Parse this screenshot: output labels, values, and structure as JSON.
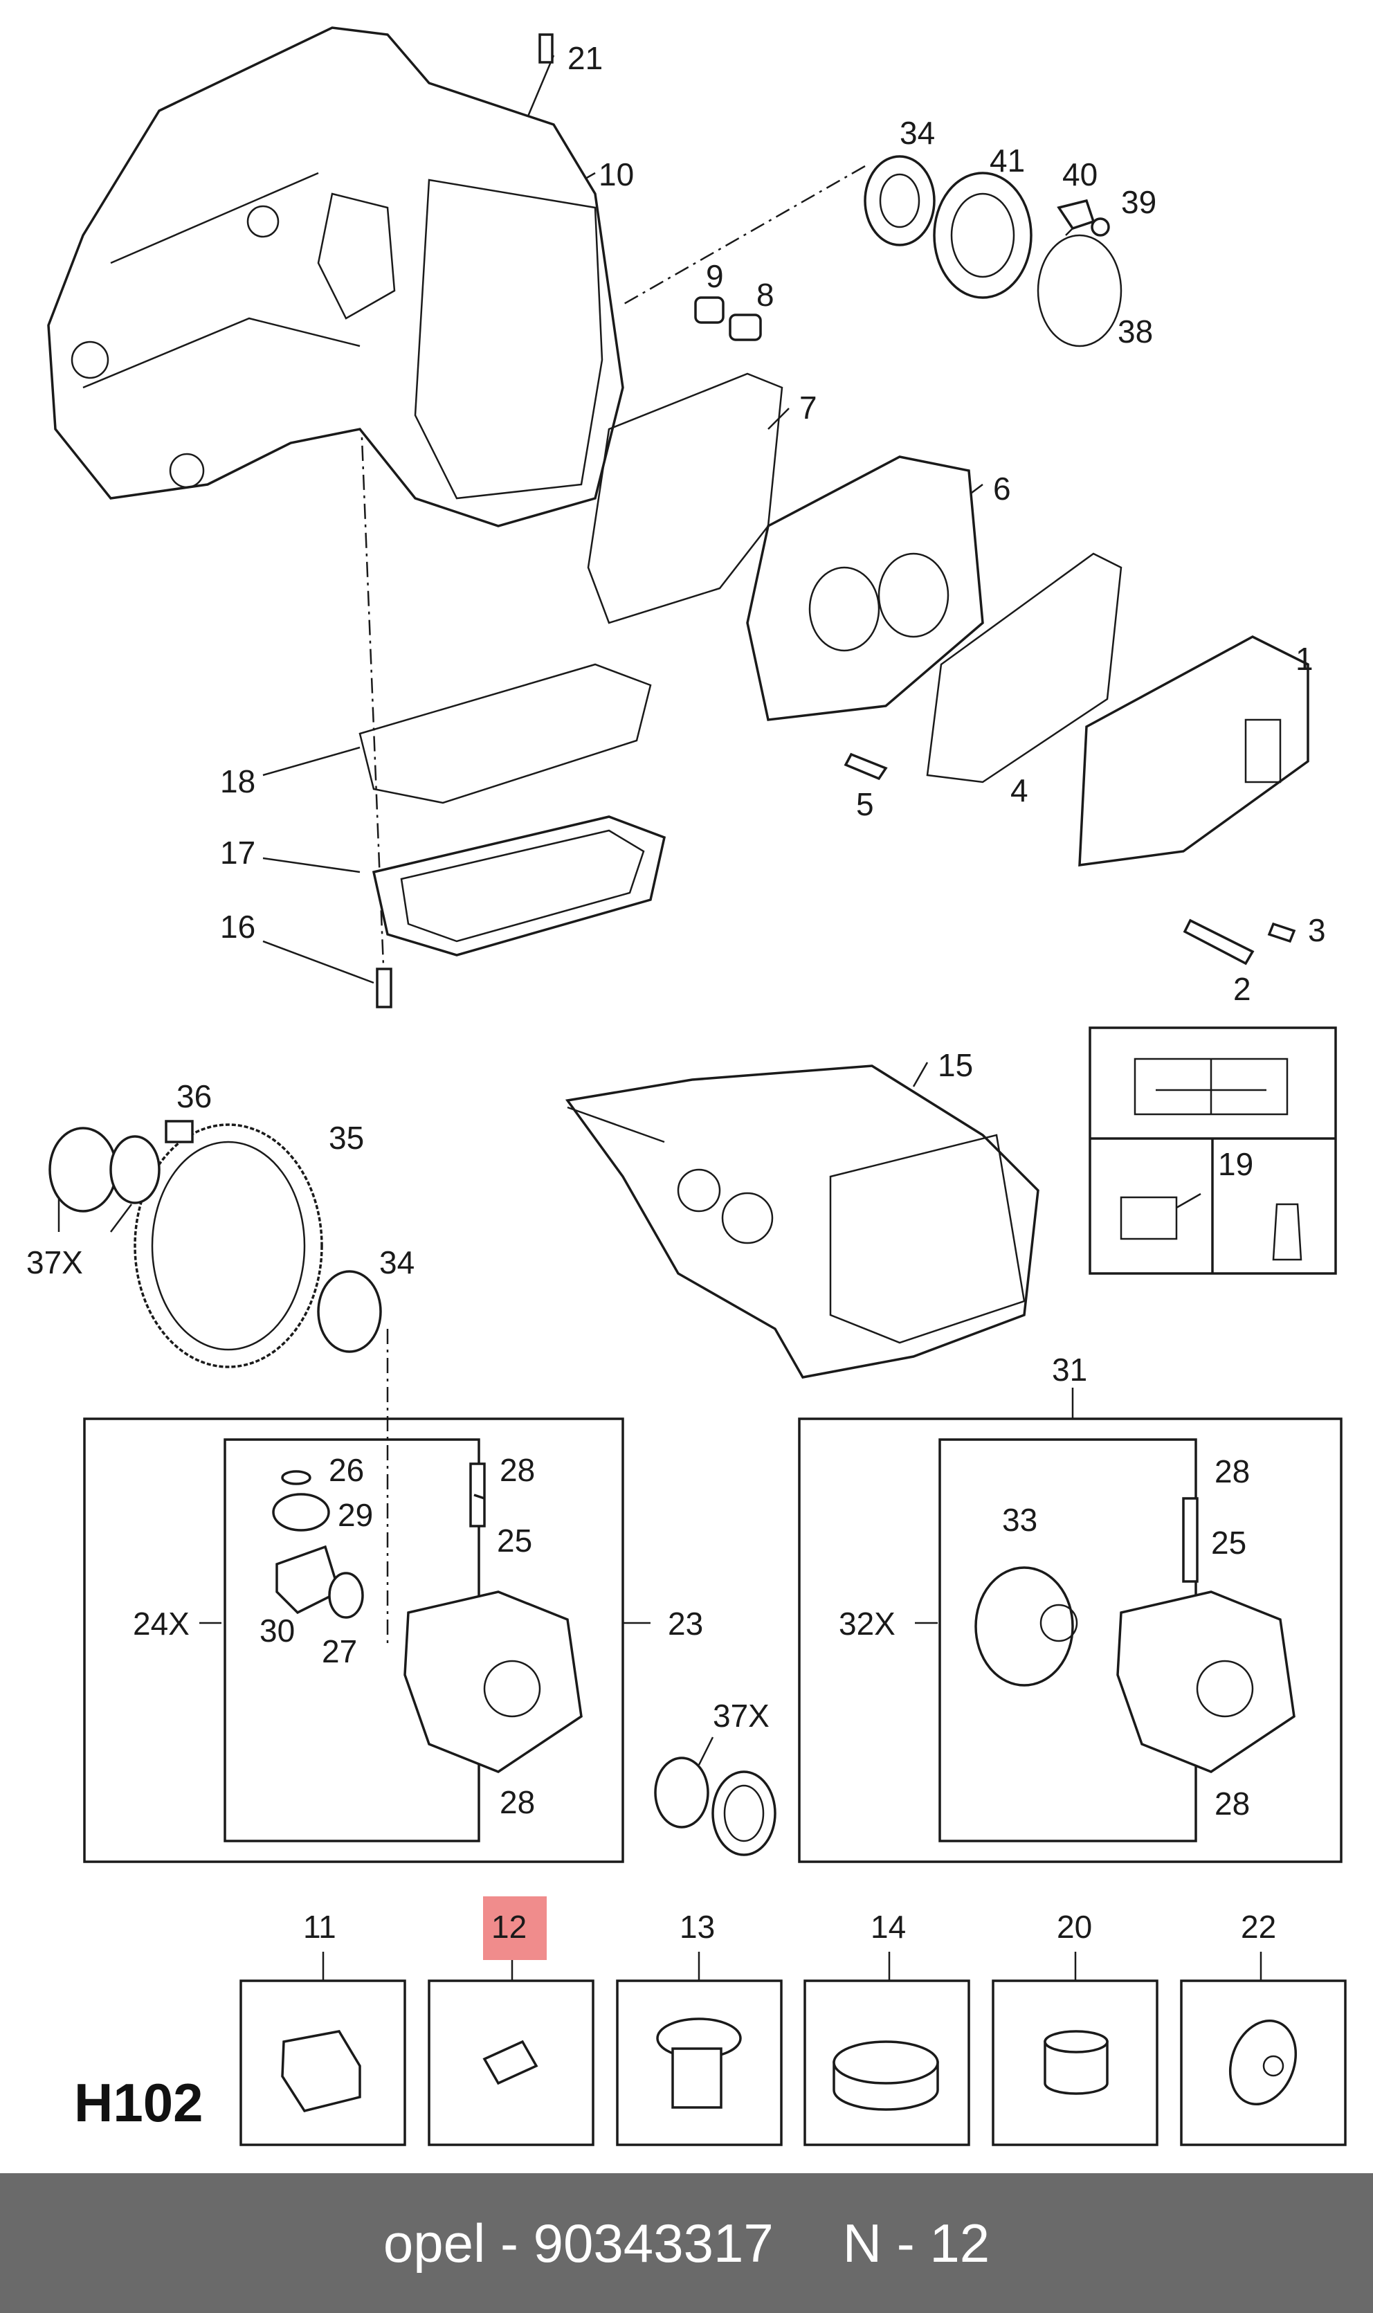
{
  "diagram_code": "H102",
  "highlight_color": "#f08c8c",
  "callouts": {
    "c21": "21",
    "c10": "10",
    "c34a": "34",
    "c41": "41",
    "c40": "40",
    "c39": "39",
    "c38": "38",
    "c9": "9",
    "c8": "8",
    "c7": "7",
    "c6": "6",
    "c1": "1",
    "c18": "18",
    "c17": "17",
    "c16": "16",
    "c5": "5",
    "c4": "4",
    "c3": "3",
    "c2": "2",
    "c15": "15",
    "c19": "19",
    "c36": "36",
    "c35": "35",
    "c34b": "34",
    "c37a": "37X",
    "c31": "31",
    "c26": "26",
    "c28a": "28",
    "c29": "29",
    "c25a": "25",
    "c24": "24X",
    "c30": "30",
    "c27": "27",
    "c23": "23",
    "c28b": "28",
    "c37b": "37X",
    "c33": "33",
    "c28c": "28",
    "c25b": "25",
    "c32": "32X",
    "c28d": "28"
  },
  "small_parts": [
    {
      "label": "11",
      "highlighted": false,
      "icon": "bushing-icon"
    },
    {
      "label": "12",
      "highlighted": true,
      "icon": "pin-icon"
    },
    {
      "label": "13",
      "highlighted": false,
      "icon": "plug-screw-icon"
    },
    {
      "label": "14",
      "highlighted": false,
      "icon": "cap-icon"
    },
    {
      "label": "20",
      "highlighted": false,
      "icon": "sleeve-icon"
    },
    {
      "label": "22",
      "highlighted": false,
      "icon": "cover-plug-icon"
    }
  ],
  "footer": {
    "brand": "opel",
    "part_number": "90343317",
    "position": "N - 12"
  }
}
